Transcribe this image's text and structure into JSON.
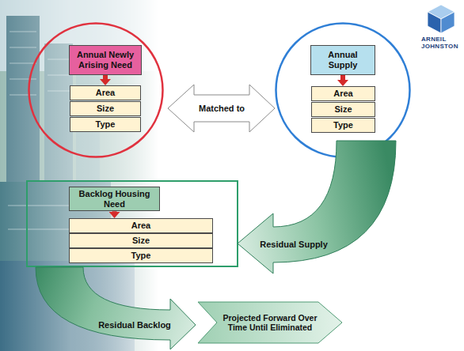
{
  "diagram": {
    "nodes": [
      {
        "text": []
      },
      {
        "text": [
          "Annual Newly Arising Need"
        ],
        "in": 0
      },
      {
        "text": [
          "Area"
        ],
        "in": 0
      },
      {
        "text": [
          "Size"
        ],
        "in": 0
      },
      {
        "text": [
          "Type"
        ],
        "in": 0
      },
      {
        "text": [
          "Matched to"
        ]
      },
      {
        "text": []
      },
      {
        "text": [
          "Annual Supply"
        ],
        "in": 6
      },
      {
        "text": [
          "Area"
        ],
        "in": 6
      },
      {
        "text": [
          "Size"
        ],
        "in": 6
      },
      {
        "text": [
          "Type"
        ],
        "in": 6
      },
      {
        "text": []
      },
      {
        "text": [
          "Backlog Housing Need"
        ],
        "in": 11
      },
      {
        "text": [
          "Area"
        ],
        "in": 11
      },
      {
        "text": [
          "Size"
        ],
        "in": 11
      },
      {
        "text": [
          "Type"
        ],
        "in": 11
      },
      {
        "text": [
          "Residual Supply"
        ]
      },
      {
        "text": [
          "Residual Backlog"
        ]
      },
      {
        "text": [
          "Projected Forward Over Time Until Eliminated"
        ]
      }
    ],
    "edges": [
      {
        "from": 1,
        "to": 2,
        "arrow": "to"
      },
      {
        "from": 7,
        "to": 8,
        "arrow": "to"
      },
      {
        "from": 12,
        "to": 13,
        "arrow": "to"
      }
    ],
    "labels": [
      "ARNEIL JOHNSTON"
    ]
  }
}
